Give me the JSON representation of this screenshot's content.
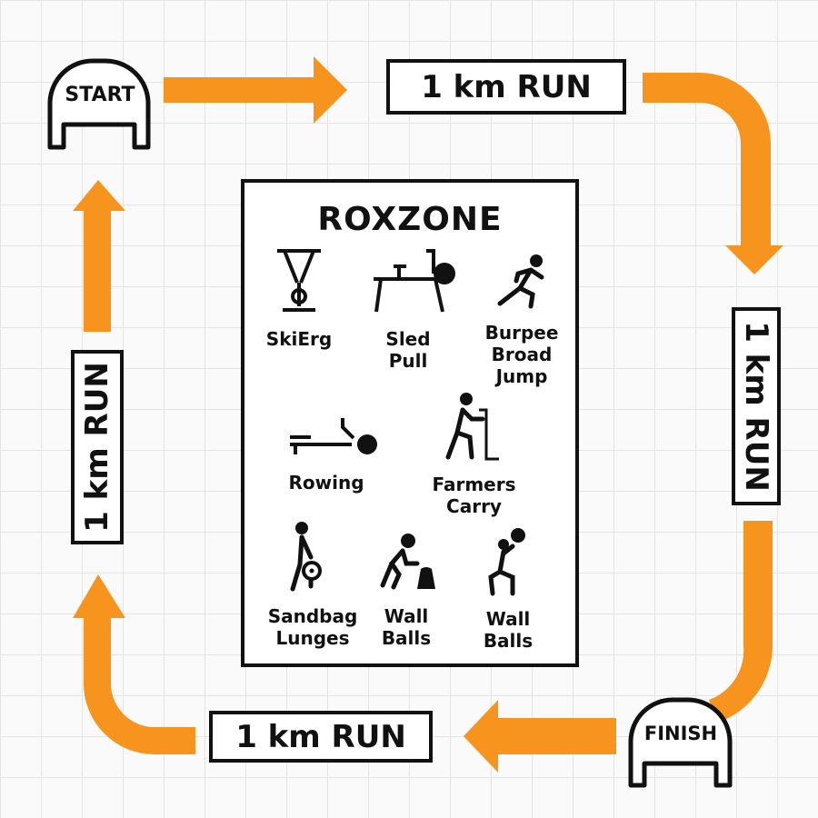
{
  "colors": {
    "arrow": "#F7941D",
    "ink": "#111111"
  },
  "start_label": "START",
  "finish_label": "FINISH",
  "runs": {
    "top": "1 km RUN",
    "right": "1 km RUN",
    "bottom": "1 km RUN",
    "left": "1 km RUN"
  },
  "roxzone": {
    "title": "ROXZONE",
    "stations": [
      {
        "label": "SkiErg",
        "icon": "skierg-icon"
      },
      {
        "label": "Sled\nPull",
        "icon": "sled-pull-icon"
      },
      {
        "label": "Burpee\nBroad\nJump",
        "icon": "runner-icon"
      },
      {
        "label": "Rowing",
        "icon": "rowing-machine-icon"
      },
      {
        "label": "Farmers\nCarry",
        "icon": "farmers-carry-icon"
      },
      {
        "label": "Sandbag\nLunges",
        "icon": "sandbag-lunges-icon"
      },
      {
        "label": "Wall\nBalls",
        "icon": "wall-balls-crouch-icon"
      },
      {
        "label": "Wall\nBalls",
        "icon": "wall-balls-throw-icon"
      }
    ]
  }
}
